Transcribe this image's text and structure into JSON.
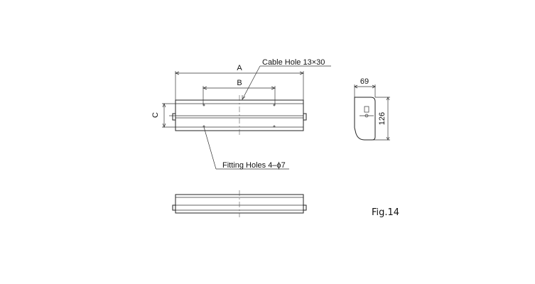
{
  "labels": {
    "dim_a": "A",
    "dim_b": "B",
    "dim_c": "C",
    "cable_hole": "Cable Hole 13×30",
    "fitting_holes": "Fitting Holes 4–ϕ7",
    "width_69": "69",
    "height_126": "126",
    "figure": "Fig.14"
  }
}
